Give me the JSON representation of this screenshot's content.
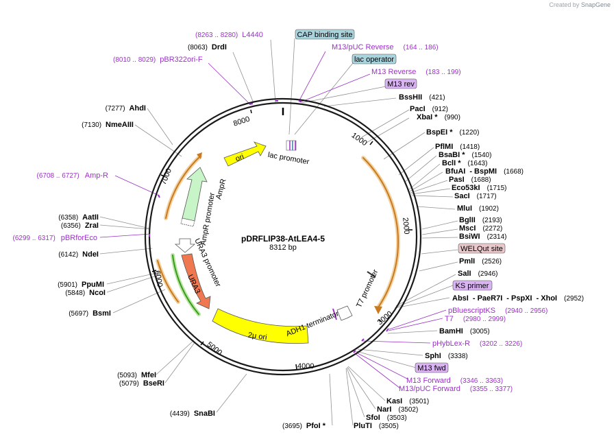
{
  "credit": {
    "prefix": "Created by",
    "brand": "SnapGene"
  },
  "plasmid": {
    "name": "pDRFLIP38-AtLEA4-5",
    "size_label": "8312 bp",
    "length": 8312
  },
  "ticks": [
    "1000",
    "2000",
    "3000",
    "4000",
    "5000",
    "6000",
    "7000",
    "8000"
  ],
  "colors": {
    "site": "#000000",
    "primer": "#9b30c8",
    "feature_box_blue": "#a9d4de",
    "feature_box_purple": "#d9b3f2",
    "feature_box_pink": "#e9c8cc",
    "ori": "#ffff00",
    "ampr": "#c8f5c8",
    "ura3": "#f07850",
    "orange_arc": "#e8a040"
  },
  "top_labels": [
    {
      "pos": "(8263 .. 8280)",
      "name": "L4440",
      "kind": "primer"
    },
    {
      "name": "CAP binding site",
      "kind": "box-blue"
    },
    {
      "pos": "(8063)",
      "name": "DrdI",
      "kind": "site"
    },
    {
      "name": "M13/pUC Reverse",
      "pos": "(164 .. 186)",
      "kind": "primer"
    },
    {
      "name": "lac operator",
      "kind": "box-blue"
    },
    {
      "pos": "(8010 .. 8029)",
      "name": "pBR322ori-F",
      "kind": "primer"
    },
    {
      "name": "M13 Reverse",
      "pos": "(183 .. 199)",
      "kind": "primer"
    },
    {
      "name": "M13 rev",
      "kind": "box-purple"
    }
  ],
  "right_labels": [
    {
      "name": "BssHII",
      "pos": "(421)"
    },
    {
      "name": "PacI",
      "pos": "(912)"
    },
    {
      "name": "XbaI *",
      "pos": "(990)"
    },
    {
      "name": "BspEI *",
      "pos": "(1220)"
    },
    {
      "name": "PflMI",
      "pos": "(1418)"
    },
    {
      "name": "BsaBI *",
      "pos": "(1540)"
    },
    {
      "name": "BclI *",
      "pos": "(1643)"
    },
    {
      "name": "BfuAI",
      "name2": "- BspMI",
      "pos": "(1668)"
    },
    {
      "name": "PasI",
      "pos": "(1688)"
    },
    {
      "name": "Eco53kI",
      "pos": "(1715)"
    },
    {
      "name": "SacI",
      "pos": "(1717)"
    },
    {
      "name": "MluI",
      "pos": "(1902)"
    },
    {
      "name": "BglII",
      "pos": "(2193)"
    },
    {
      "name": "MscI",
      "pos": "(2272)"
    },
    {
      "name": "BsiWI",
      "pos": "(2314)"
    },
    {
      "name": "WELQut site",
      "kind": "box-pink"
    },
    {
      "name": "PmlI",
      "pos": "(2526)"
    },
    {
      "name": "SalI",
      "pos": "(2946)"
    },
    {
      "name": "KS primer",
      "kind": "box-purple"
    },
    {
      "name": "AbsI",
      "name2": "- PaeR7I",
      "name3": "- PspXI",
      "name4": "- XhoI",
      "pos": "(2952)"
    },
    {
      "name": "pBluescriptKS",
      "pos": "(2940 .. 2956)",
      "kind": "primer"
    },
    {
      "name": "T7",
      "pos": "(2980 .. 2999)",
      "kind": "primer"
    },
    {
      "name": "BamHI",
      "pos": "(3005)"
    },
    {
      "name": "pHybLex-R",
      "pos": "(3202 .. 3226)",
      "kind": "primer"
    },
    {
      "name": "SphI",
      "pos": "(3338)"
    },
    {
      "name": "M13 fwd",
      "kind": "box-purple"
    },
    {
      "name": "M13 Forward",
      "pos": "(3346 .. 3363)",
      "kind": "primer"
    },
    {
      "name": "M13/pUC Forward",
      "pos": "(3355 .. 3377)",
      "kind": "primer"
    },
    {
      "name": "KasI",
      "pos": "(3501)"
    },
    {
      "name": "NarI",
      "pos": "(3502)"
    },
    {
      "name": "SfoI",
      "pos": "(3503)"
    },
    {
      "name": "PluTI",
      "pos": "(3505)"
    },
    {
      "name": "PfoI *",
      "pos": "(3695)"
    }
  ],
  "left_labels": [
    {
      "pos": "(7277)",
      "name": "AhdI"
    },
    {
      "pos": "(7130)",
      "name": "NmeAIII"
    },
    {
      "pos": "(6708 .. 6727)",
      "name": "Amp-R",
      "kind": "primer"
    },
    {
      "pos": "(6358)",
      "name": "AatII"
    },
    {
      "pos": "(6356)",
      "name": "ZraI"
    },
    {
      "pos": "(6299 .. 6317)",
      "name": "pBRforEco",
      "kind": "primer"
    },
    {
      "pos": "(6142)",
      "name": "NdeI"
    },
    {
      "pos": "(5901)",
      "name": "PpuMI"
    },
    {
      "pos": "(5848)",
      "name": "NcoI"
    },
    {
      "pos": "(5697)",
      "name": "BsmI"
    },
    {
      "pos": "(5093)",
      "name": "MfeI"
    },
    {
      "pos": "(5079)",
      "name": "BseRI"
    },
    {
      "pos": "(4439)",
      "name": "SnaBI"
    }
  ],
  "features": {
    "ori": "ori",
    "lac_promoter": "lac promoter",
    "ampr": "AmpR",
    "ampr_promoter": "AmpR promoter",
    "ura3_promoter": "URA3 promoter",
    "ura3": "URA3",
    "two_micron": "2μ ori",
    "adh1": "ADH1 terminator",
    "t7": "T7 promoter"
  }
}
